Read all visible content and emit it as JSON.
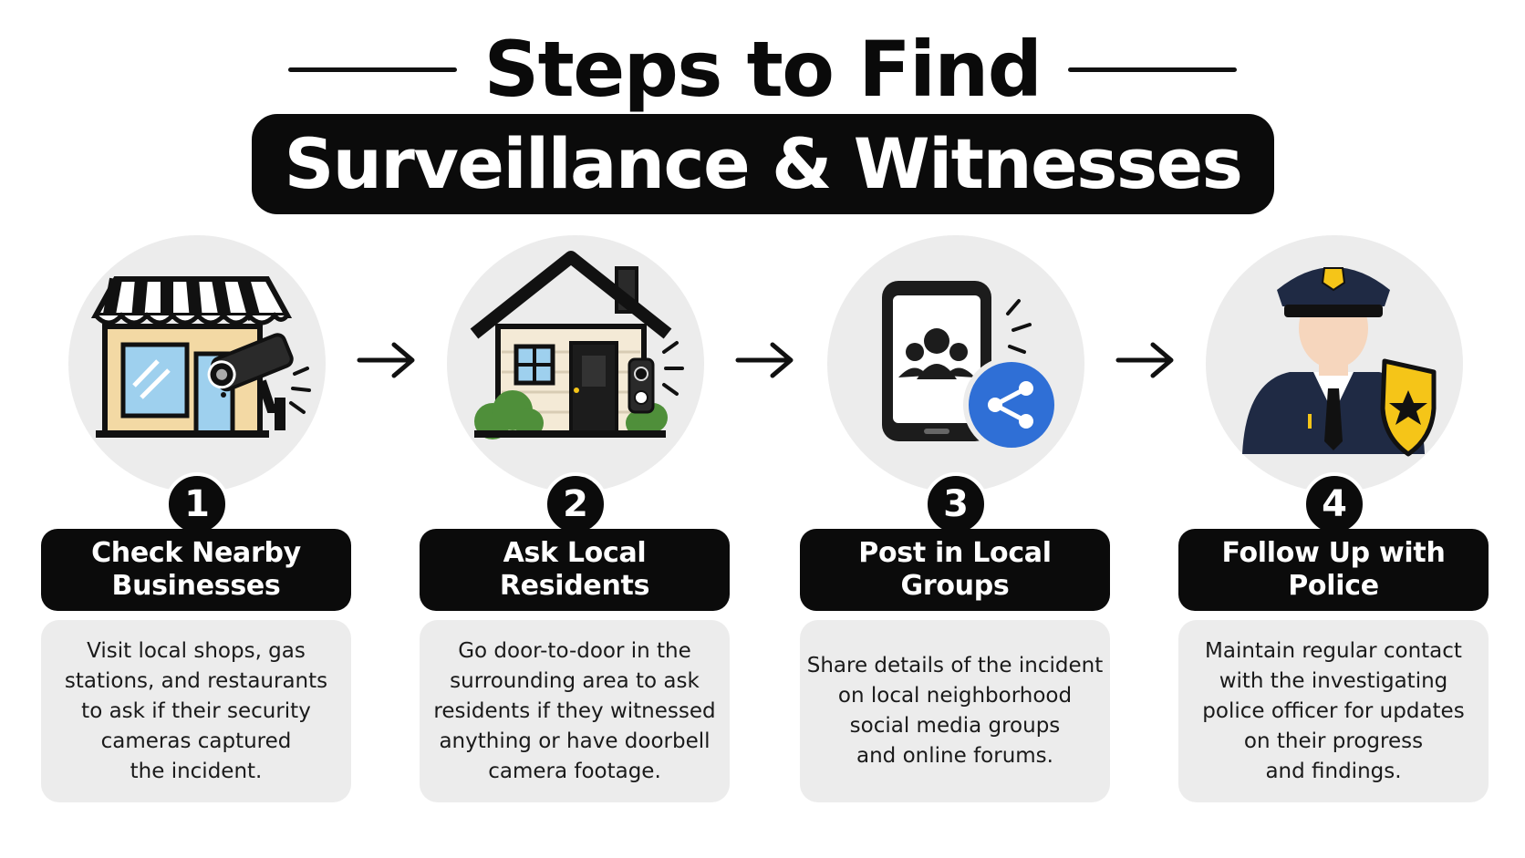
{
  "header": {
    "title": "Steps to Find",
    "subtitle": "Surveillance & Witnesses"
  },
  "steps": [
    {
      "number": "1",
      "title": "Check Nearby\nBusinesses",
      "description": "Visit local shops, gas\nstations, and restaurants\nto ask if their security\ncameras captured\nthe incident.",
      "icon": "storefront-security-camera-icon"
    },
    {
      "number": "2",
      "title": "Ask Local\nResidents",
      "description": "Go door-to-door in the\nsurrounding area to ask\nresidents if they witnessed\nanything or have doorbell\ncamera footage.",
      "icon": "house-doorbell-camera-icon"
    },
    {
      "number": "3",
      "title": "Post in Local\nGroups",
      "description": "Share details of the incident\non local neighborhood\nsocial media groups\nand online forums.",
      "icon": "phone-group-share-icon"
    },
    {
      "number": "4",
      "title": "Follow Up with\nPolice",
      "description": "Maintain regular contact\nwith the investigating\npolice officer for updates\non their progress\nand findings.",
      "icon": "police-officer-badge-icon"
    }
  ],
  "colors": {
    "primary": "#0b0b0b",
    "panel": "#ececec",
    "share_blue": "#2f6fd6",
    "badge_gold": "#f5c518",
    "awning_tan": "#f3d9a4",
    "house_wall": "#f4ead6",
    "bush_green": "#4f8f3a",
    "window_blue": "#9ed0ee"
  }
}
